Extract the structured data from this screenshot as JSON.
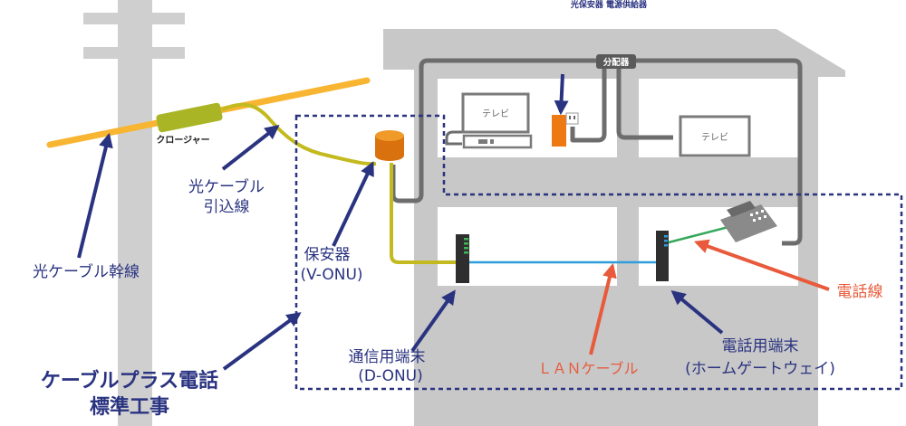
{
  "labels": {
    "main_line": "光ケーブル幹線",
    "closure": "クロージャー",
    "dropin_line1": "光ケーブル",
    "dropin_line2": "引込線",
    "protector_line1": "保安器",
    "protector_line2": "(V-ONU)",
    "power_supply": "光保安器 電源供給器",
    "splitter": "分配器",
    "tv1": "テレビ",
    "tv2": "テレビ",
    "dataterm_line1": "通信用端末",
    "dataterm_line2": "(D-ONU)",
    "lan": "ＬＡＮケーブル",
    "phoneterm_line1": "電話用端末",
    "phoneterm_line2": "(ホームゲートウェイ)",
    "phone_line": "電話線",
    "title_line1": "ケーブルプラス電話",
    "title_line2": "標準工事"
  },
  "colors": {
    "gray": "#c8c8c8",
    "cable_gray": "#6d6d6d",
    "fiber_orange": "#f7b531",
    "closure_green": "#a9b524",
    "drop_yellow": "#c3ba1f",
    "arrow_navy": "#2a3380",
    "red": "#e85a3b",
    "lan_blue": "#2f9ddb",
    "phone_green": "#34a85b",
    "device_dark": "#2e2e2e",
    "led_green": "#3fb657"
  }
}
